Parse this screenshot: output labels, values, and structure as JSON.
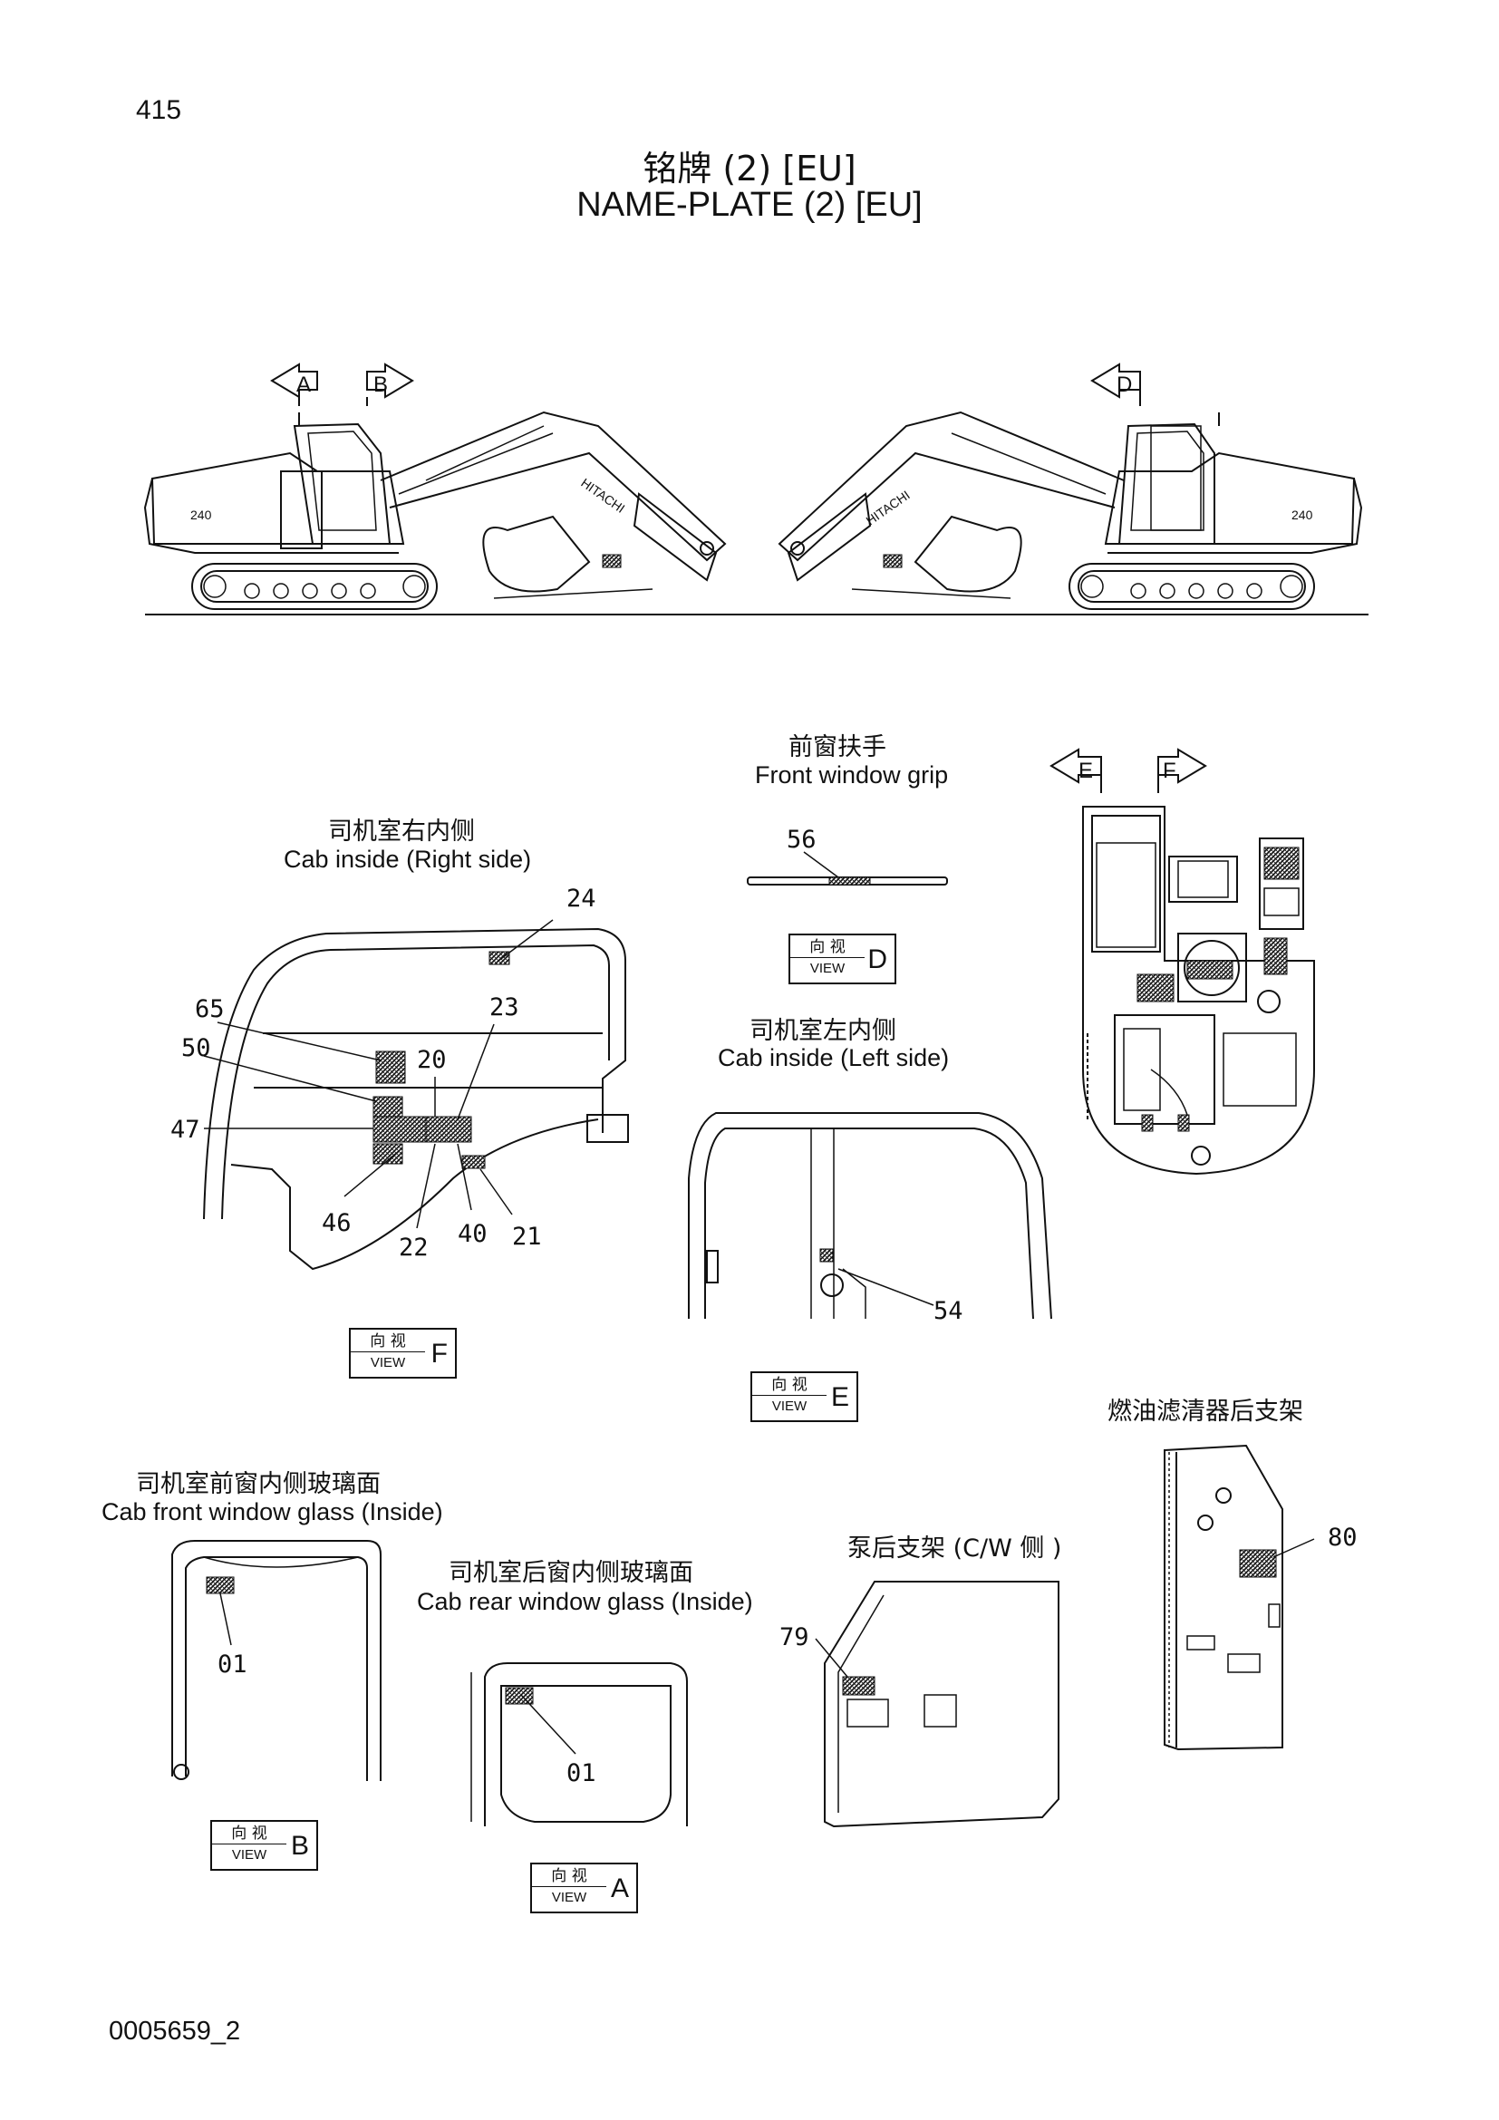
{
  "page_number": "415",
  "title": {
    "cn": "铭牌 (2) [EU]",
    "en": "NAME-PLATE (2) [EU]"
  },
  "machine_labels": {
    "arrow_a": "A",
    "arrow_b": "B",
    "arrow_d": "D",
    "arrow_e": "E",
    "arrow_f": "F",
    "brand": "HITACHI",
    "model": "240"
  },
  "sections": {
    "front_window_grip": {
      "cn": "前窗扶手",
      "en": "Front window grip"
    },
    "cab_right": {
      "cn": "司机室右内侧",
      "en": "Cab inside (Right side)"
    },
    "cab_left": {
      "cn": "司机室左内侧",
      "en": "Cab inside (Left side)"
    },
    "fuel_filter_bracket": {
      "cn": "燃油滤清器后支架"
    },
    "cab_front_glass": {
      "cn": "司机室前窗内侧玻璃面",
      "en": "Cab front window glass (Inside)"
    },
    "cab_rear_glass": {
      "cn": "司机室后窗内侧玻璃面",
      "en": "Cab rear window glass (Inside)"
    },
    "pump_bracket": {
      "cn": "泵后支架 (C/W 侧 )"
    }
  },
  "view_boxes": {
    "cn": "向 视",
    "en": "VIEW",
    "d": "D",
    "f": "F",
    "e": "E",
    "b": "B",
    "a": "A"
  },
  "callouts": {
    "n24": "24",
    "n23": "23",
    "n65": "65",
    "n50": "50",
    "n20": "20",
    "n47": "47",
    "n46": "46",
    "n22": "22",
    "n40": "40",
    "n21": "21",
    "n56": "56",
    "n54": "54",
    "n80": "80",
    "n79": "79",
    "n01a": "01",
    "n01b": "01"
  },
  "document_id": "0005659_2"
}
